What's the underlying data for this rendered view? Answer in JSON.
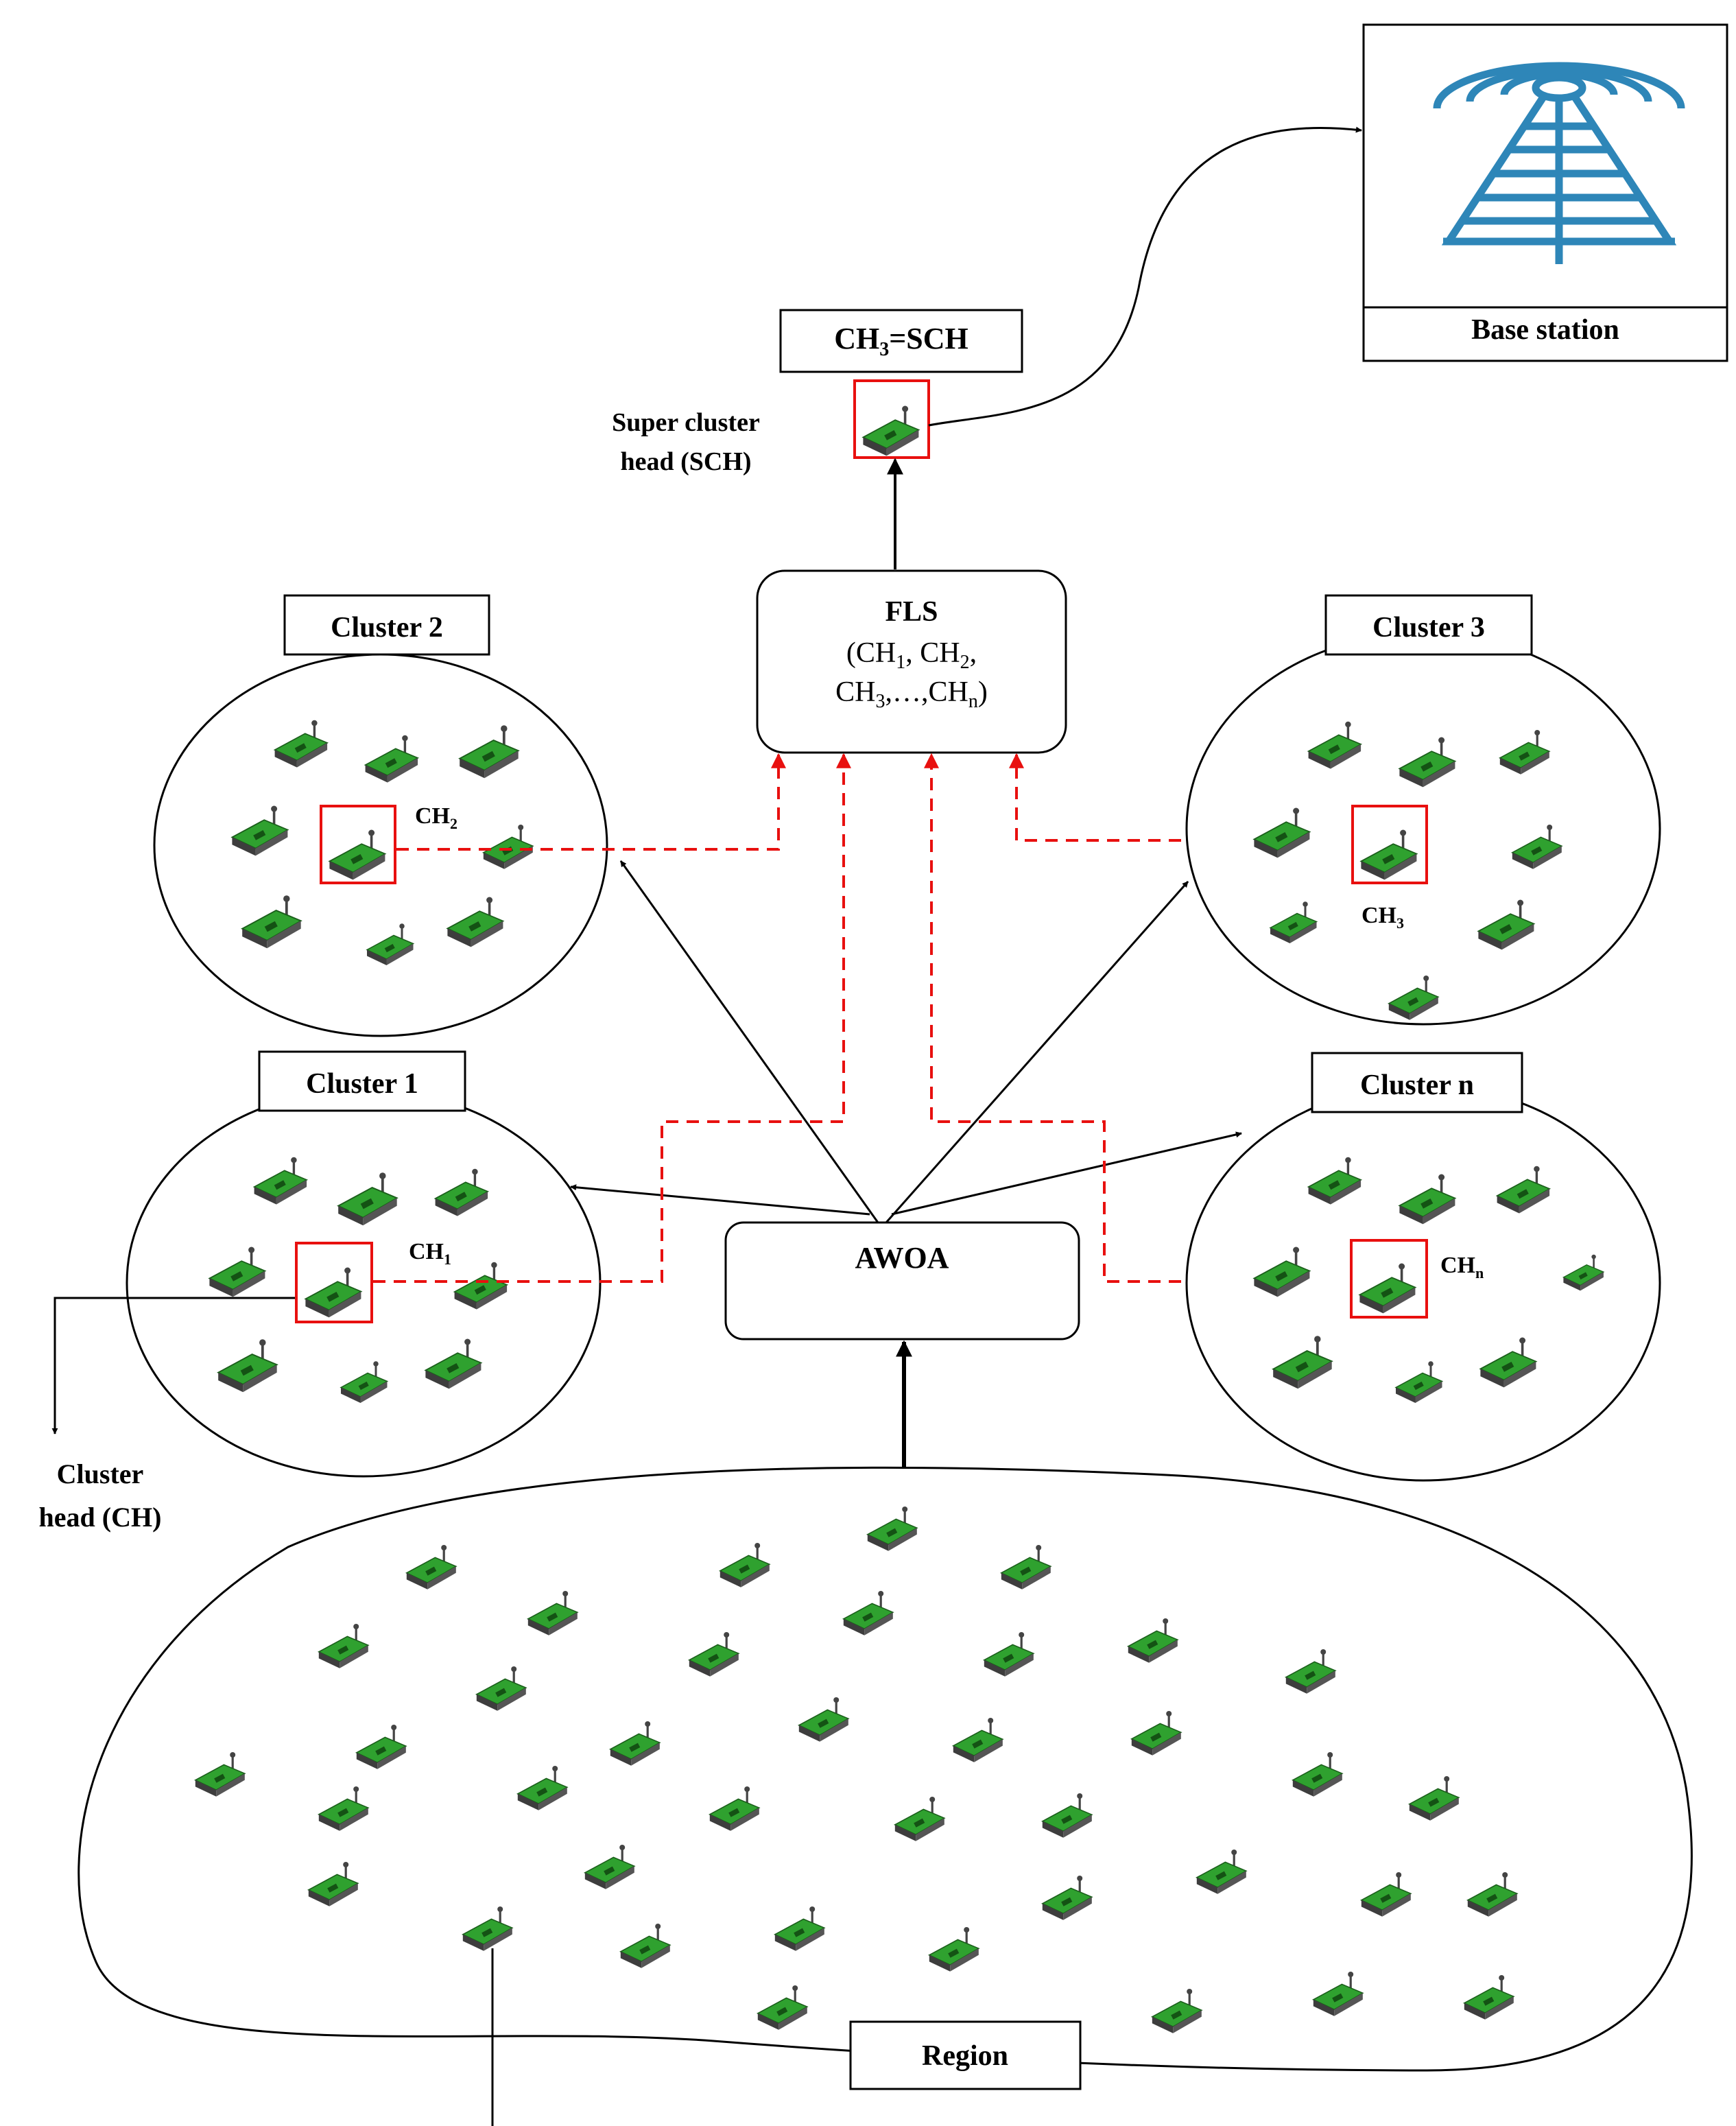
{
  "labels": {
    "base_station": "Base station",
    "sch_box": "CH",
    "sch_box_sub": "3",
    "sch_box_rest": "=SCH",
    "super_ch_line1": "Super cluster",
    "super_ch_line2": "head (SCH)",
    "fls_title": "FLS",
    "fls_line1": "(CH",
    "fls_line1_s1": "1",
    "fls_line1_mid": ", CH",
    "fls_line1_s2": "2",
    "fls_line1_end": ",",
    "fls_line2": "CH",
    "fls_line2_s3": "3",
    "fls_line2_mid": ",…,CH",
    "fls_line2_sn": "n",
    "fls_line2_end": ")",
    "cluster2": "Cluster 2",
    "cluster3": "Cluster 3",
    "cluster1": "Cluster 1",
    "clustern": "Cluster n",
    "ch": "CH",
    "ch2_sub": "2",
    "ch3_sub": "3",
    "ch1_sub": "1",
    "chn_sub": "n",
    "awoa": "AWOA",
    "cluster_head_line1": "Cluster",
    "cluster_head_line2": "head (CH)",
    "region": "Region"
  },
  "colors": {
    "dashed_link": "#e8100f",
    "ch_highlight": "#e8100f",
    "tower": "#2e86b8",
    "node_green": "#2fa12f",
    "node_dark": "#3d3d3d"
  },
  "icons": [
    "base-station-tower-icon",
    "sensor-node-icon"
  ]
}
